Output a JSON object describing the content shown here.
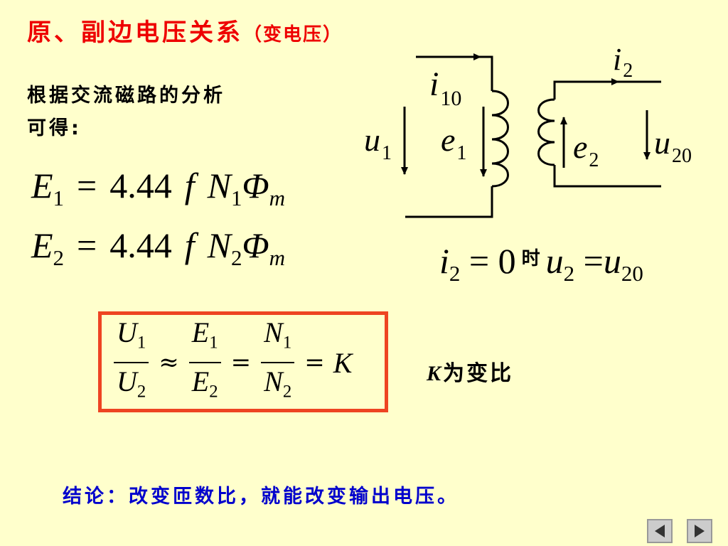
{
  "title": {
    "main": "原、副边电压关系",
    "sub": "（变电压）"
  },
  "intro": {
    "line1": "根据交流磁路的分析",
    "line2": "可得:"
  },
  "equations": [
    {
      "E": "E",
      "sub": "1",
      "op": "=",
      "coef": "4.44",
      "f": "f",
      "N": "N",
      "Nsub": "1",
      "phi": "Φ",
      "phisub": "m"
    },
    {
      "E": "E",
      "sub": "2",
      "op": "=",
      "coef": "4.44",
      "f": "f",
      "N": "N",
      "Nsub": "2",
      "phi": "Φ",
      "phisub": "m"
    }
  ],
  "ratio": {
    "fractions": [
      {
        "top": "U",
        "top_sub": "1",
        "bot": "U",
        "bot_sub": "2"
      },
      {
        "top": "E",
        "top_sub": "1",
        "bot": "E",
        "bot_sub": "2"
      },
      {
        "top": "N",
        "top_sub": "1",
        "bot": "N",
        "bot_sub": "2"
      }
    ],
    "op_approx": "≈",
    "op_eq": "=",
    "result": "K"
  },
  "ratio_note": {
    "var": "K",
    "text": "为变比"
  },
  "condition": {
    "i": "i",
    "i_sub": "2",
    "eq": "=",
    "zero": "0",
    "when": "时",
    "u": "u",
    "u_sub": "2",
    "eq2": "=",
    "u20": "u",
    "u20_sub": "20"
  },
  "circuit": {
    "i10": {
      "var": "i",
      "sub": "10"
    },
    "i2": {
      "var": "i",
      "sub": "2"
    },
    "u1": {
      "var": "u",
      "sub": "1"
    },
    "e1": {
      "var": "e",
      "sub": "1"
    },
    "e2": {
      "var": "e",
      "sub": "2"
    },
    "u20": {
      "var": "u",
      "sub": "20"
    }
  },
  "conclusion": "结论：改变匝数比，就能改变输出电压。",
  "nav": {
    "prev_icon": "triangle-left-icon",
    "next_icon": "triangle-right-icon"
  },
  "colors": {
    "background": "#FFFFCC",
    "title": "#EE0000",
    "box_border": "#EE4422",
    "conclusion": "#0000CC"
  }
}
